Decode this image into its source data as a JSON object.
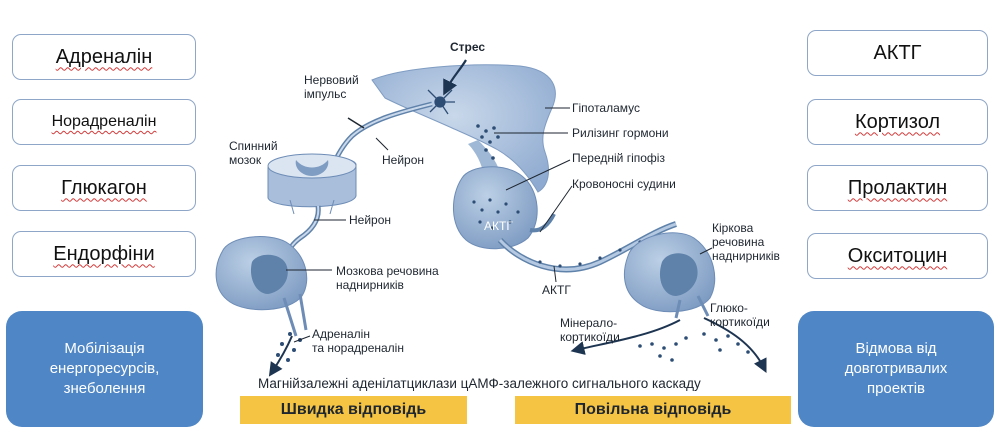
{
  "left_hormones": [
    "Адреналін",
    "Норадреналін",
    "Глюкагон",
    "Ендорфіни"
  ],
  "right_hormones": [
    "АКТГ",
    "Кортизол",
    "Пролактин",
    "Окситоцин"
  ],
  "left_effect": "Мобілізація\nенергоресурсів,\nзнеболення",
  "right_effect": "Відмова від\nдовготривалих\nпроектів",
  "diagram": {
    "stress": "Стрес",
    "nerve_impulse_1": "Нервовий",
    "nerve_impulse_2": "імпульс",
    "spinal_cord_1": "Спинний",
    "spinal_cord_2": "мозок",
    "neuron_upper": "Нейрон",
    "neuron_lower": "Нейрон",
    "hypothalamus": "Гіпоталамус",
    "releasing_hormones": "Рилізинг гормони",
    "anterior_pituitary": "Передній гіпофіз",
    "blood_vessels": "Кровоносні судини",
    "actg_gland": "АКТГ",
    "actg_vessel": "АКТГ",
    "adrenal_medulla_1": "Мозкова речовина",
    "adrenal_medulla_2": "наднирників",
    "adrenal_cortex_1": "Кіркова",
    "adrenal_cortex_2": "речовина",
    "adrenal_cortex_3": "наднирників",
    "adrenaline_noradrenaline_1": "Адреналін",
    "adrenaline_noradrenaline_2": "та норадреналін",
    "mineralocorticoids_1": "Мінерало-",
    "mineralocorticoids_2": "кортикоїди",
    "glucocorticoids_1": "Глюко-",
    "glucocorticoids_2": "кортикоїди",
    "bottom_caption": "Магнійзалежні аденілатциклази цАМФ-залежного сигнального каскаду",
    "fast_response": "Швидка відповідь",
    "slow_response": "Повільна відповідь"
  },
  "colors": {
    "box_border": "#8ea6c8",
    "effect_box": "#4f86c6",
    "response_bar": "#f6c443",
    "tissue": "#9fb8d6",
    "tissue_dark": "#5f82aa"
  }
}
